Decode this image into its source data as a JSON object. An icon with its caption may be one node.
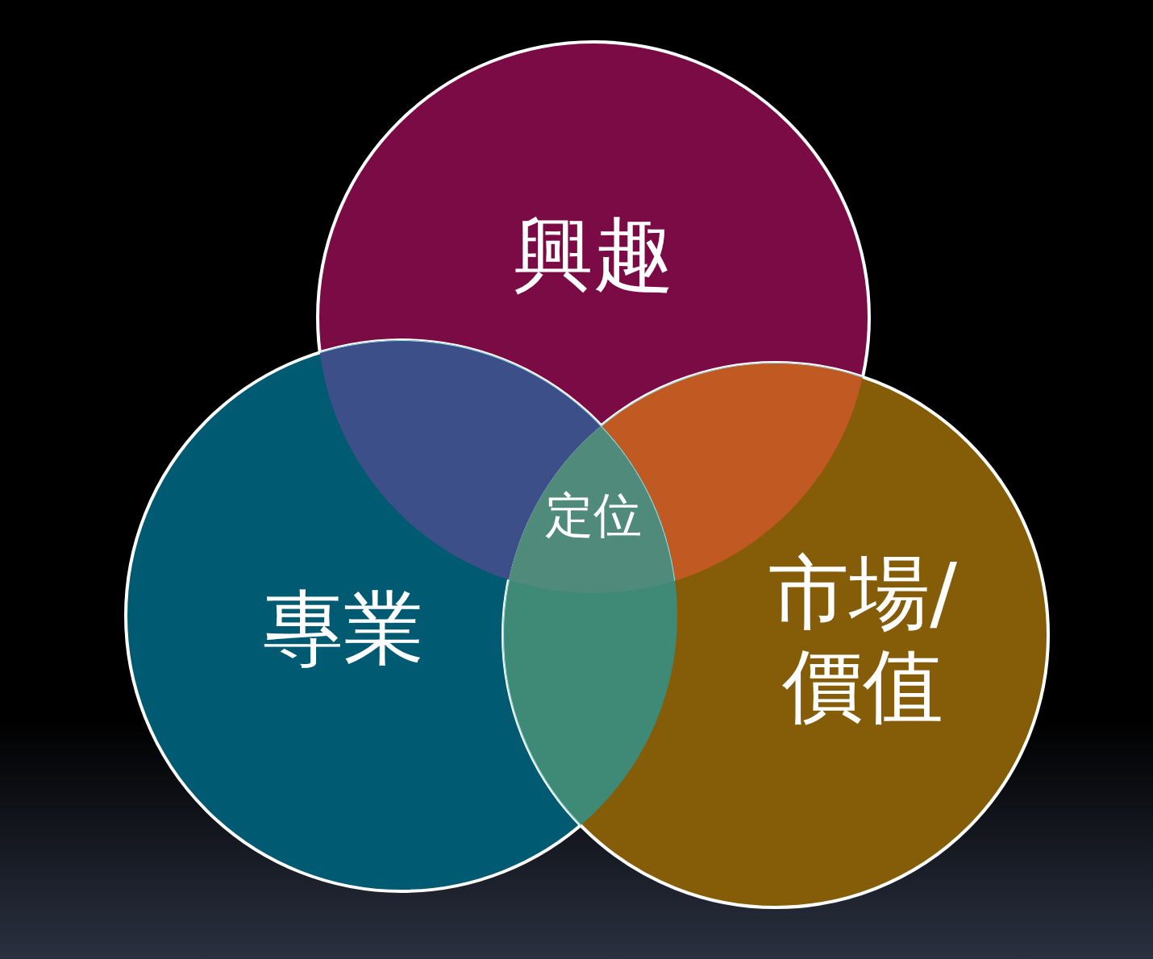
{
  "diagram": {
    "nodes": [
      {
        "text": [
          "興趣"
        ]
      },
      {
        "text": [
          "專業"
        ]
      },
      {
        "text": [
          "市場/價值"
        ]
      },
      {
        "text": [
          "定位"
        ]
      }
    ]
  }
}
